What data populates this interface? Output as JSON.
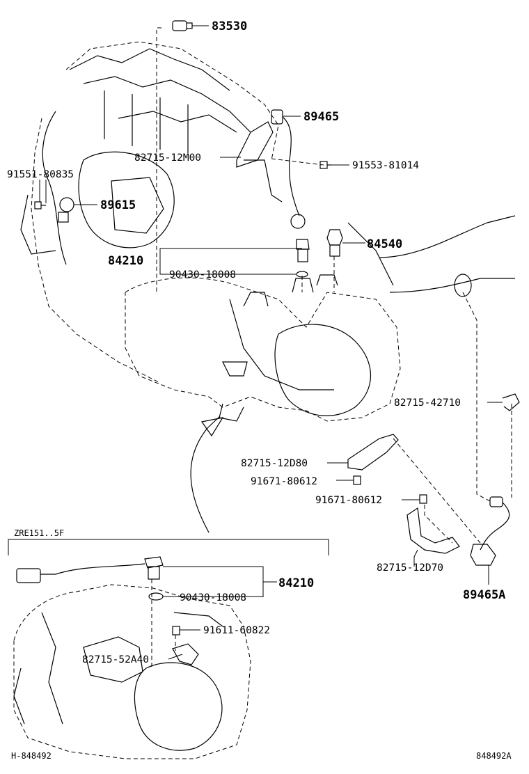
{
  "diagram": {
    "main_labels": {
      "p83530": "83530",
      "p89465": "89465",
      "p82715_12M00": "82715-12M00",
      "p91553_81014": "91553-81014",
      "p91551_80835": "91551-80835",
      "p89615": "89615",
      "p84540": "84540",
      "p84210": "84210",
      "p90430_18008": "90430-18008",
      "p82715_42710": "82715-42710",
      "p82715_12D80": "82715-12D80",
      "p91671_80612_a": "91671-80612",
      "p91671_80612_b": "91671-80612",
      "p82715_12D70": "82715-12D70",
      "p89465A": "89465A"
    },
    "inset": {
      "variant": "ZRE151..5F",
      "p84210": "84210",
      "p90430_18008": "90430-18008",
      "p91611_60822": "91611-60822",
      "p82715_52A40": "82715-52A40"
    },
    "footer": {
      "left_code": "H-848492",
      "right_code": "848492A"
    }
  }
}
